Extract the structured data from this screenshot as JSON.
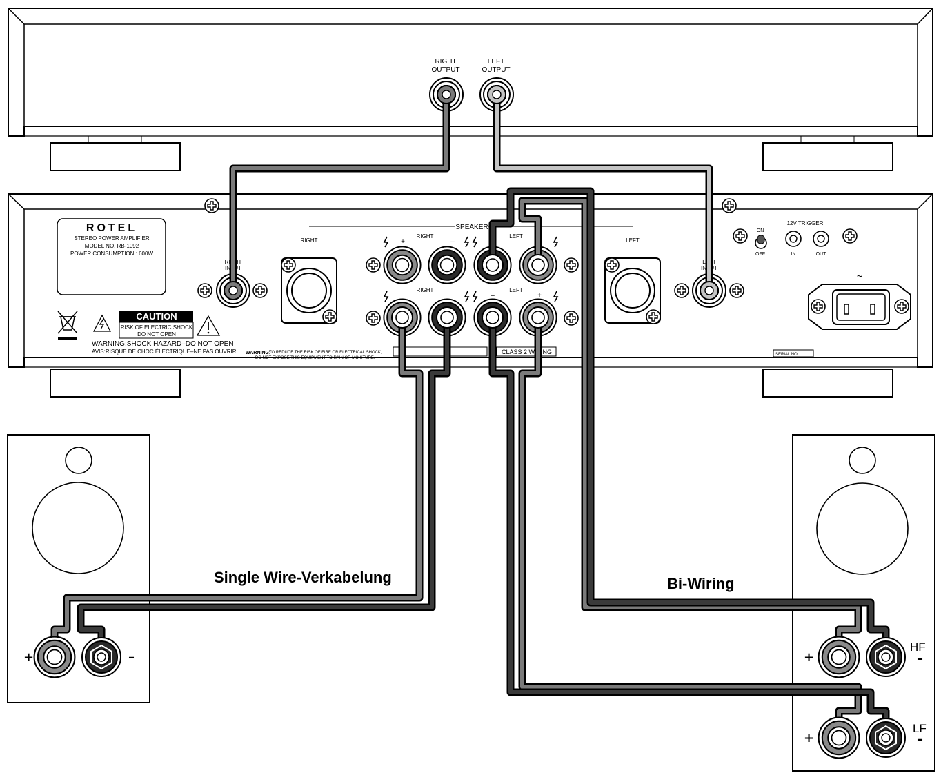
{
  "source_unit": {
    "right_output_label": [
      "RIGHT",
      "OUTPUT"
    ],
    "left_output_label": [
      "LEFT",
      "OUTPUT"
    ]
  },
  "amplifier": {
    "brand": "ROTEL",
    "label_lines": [
      "STEREO POWER AMPLIFIER",
      "MODEL NO. RB-1092",
      "POWER CONSUMPTION : 600W"
    ],
    "speaker_header": "SPEAKER",
    "right_neutrik_label": "RIGHT",
    "left_neutrik_label": "LEFT",
    "right_input_label": [
      "RIGHT",
      "INPUT"
    ],
    "left_input_label": [
      "LEFT",
      "INPUT"
    ],
    "top_row_labels": {
      "right": "RIGHT",
      "left": "LEFT",
      "plus": "+",
      "minus": "–"
    },
    "bottom_row_labels": {
      "right": "RIGHT",
      "left": "LEFT",
      "plus": "+",
      "minus": "–"
    },
    "caution_title": "CAUTION",
    "caution_lines": [
      "RISK OF ELECTRIC SHOCK",
      "DO NOT OPEN"
    ],
    "warning_line": "WARNING:SHOCK HAZARD–DO NOT OPEN",
    "avis_line": "AVIS:RISQUE DE CHOC ÉLECTRIQUE–NE PAS OUVRIR.",
    "warning2_prefix": "WARNING:",
    "warning2_lines": [
      "TO REDUCE THE RISK OF FIRE OR ELECTRICAL SHOCK,",
      "DO NOT EXPOSE THIS EQUIPMENT TO RAIN OR MOISTURE."
    ],
    "class2_label": "CLASS 2 WIRING",
    "power_switch": {
      "on": "ON",
      "off": "OFF"
    },
    "trigger": {
      "title": "12V TRIGGER",
      "in": "IN",
      "out": "OUT"
    },
    "ac_symbol": "~",
    "serial_label": "SERIAL NO."
  },
  "speakers": {
    "single_wire_caption": "Single Wire-Verkabelung",
    "bi_wiring_caption": "Bi-Wiring",
    "plus": "+",
    "minus": "–",
    "hf_label": "HF",
    "lf_label": "LF"
  },
  "colors": {
    "line": "#000000",
    "cable_dark": "#3a3a3a",
    "cable_mid": "#7a7a7a",
    "cable_light": "#c4c4c4",
    "terminal_red": "#8a8a8a",
    "terminal_black": "#2a2a2a"
  }
}
